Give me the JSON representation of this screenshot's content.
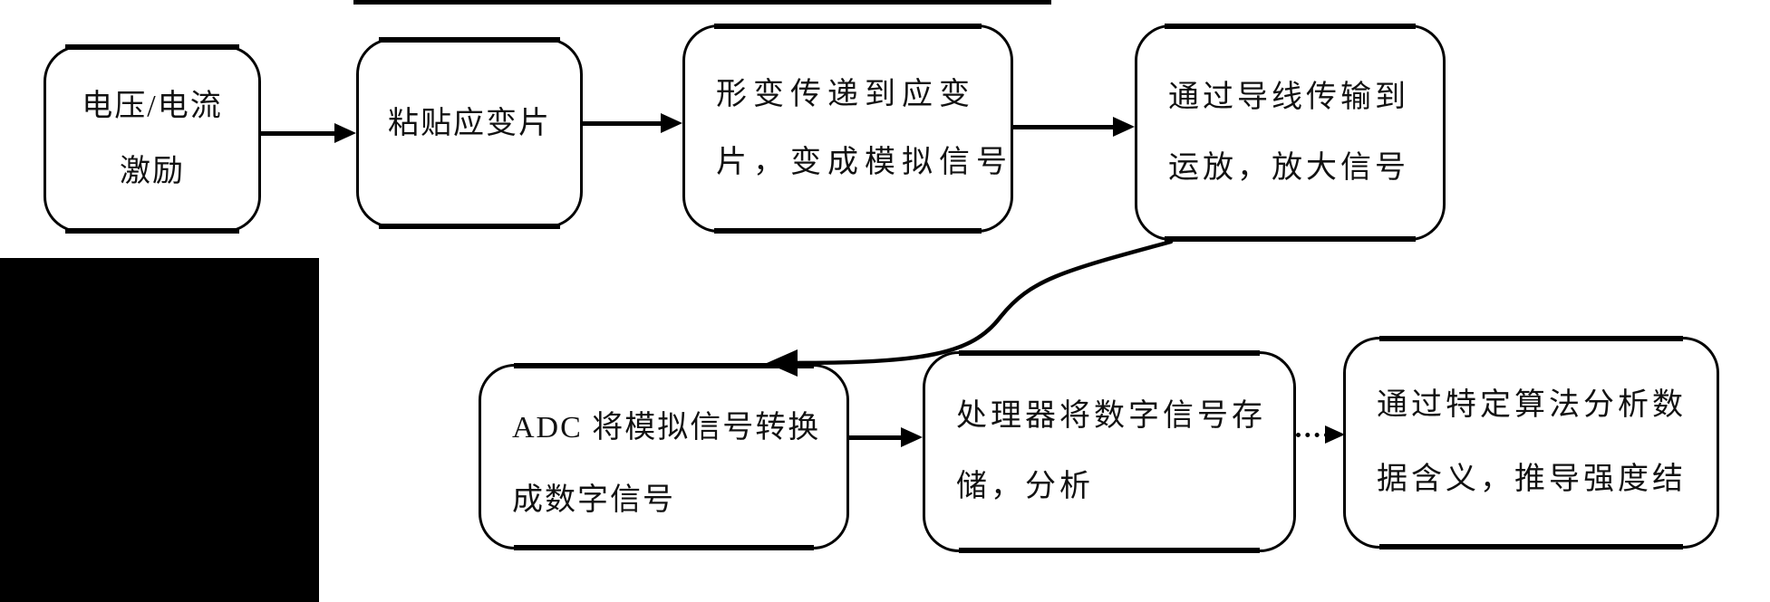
{
  "colors": {
    "line": "#000000",
    "background": "#ffffff",
    "text": "#111111"
  },
  "boxes": [
    {
      "id": "excitation",
      "lines": [
        "电压/电流",
        "激励"
      ]
    },
    {
      "id": "strain-gauge",
      "lines": [
        "粘贴应变片"
      ]
    },
    {
      "id": "deformation",
      "lines": [
        "形变传递到应变",
        "片，变成模拟信号"
      ]
    },
    {
      "id": "opamp",
      "lines": [
        "通过导线传输到",
        "运放，放大信号"
      ]
    },
    {
      "id": "adc",
      "lines": [
        "ADC 将模拟信号转换",
        "成数字信号"
      ]
    },
    {
      "id": "processor",
      "lines": [
        "处理器将数字信号存",
        "储，分析"
      ]
    },
    {
      "id": "algorithm",
      "lines": [
        "通过特定算法分析数",
        "据含义，推导强度结"
      ]
    }
  ]
}
